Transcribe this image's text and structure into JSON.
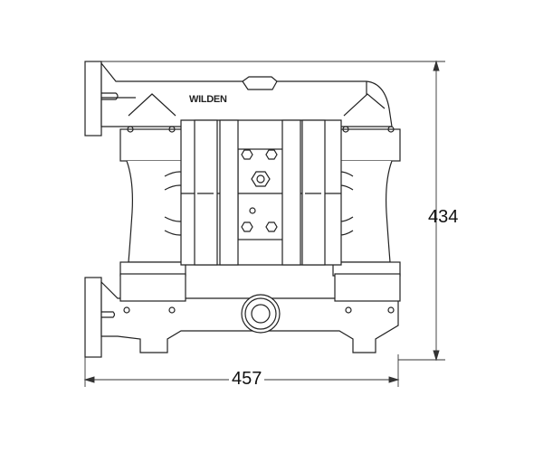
{
  "drawing": {
    "brand_logo": "WILDEN",
    "dimensions": {
      "height": "434",
      "width": "457"
    },
    "colors": {
      "line": "#222222",
      "dimension_line": "#333333",
      "background": "#ffffff"
    }
  }
}
